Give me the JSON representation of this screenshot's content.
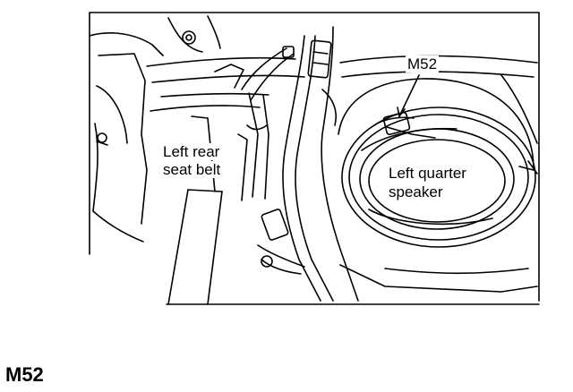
{
  "labels": {
    "connector": "M52",
    "belt_line1": "Left rear",
    "belt_line2": "seat belt",
    "speaker_line1": "Left quarter",
    "speaker_line2": "speaker"
  },
  "caption": "M52",
  "colors": {
    "ink": "#000000",
    "paper": "#ffffff"
  }
}
